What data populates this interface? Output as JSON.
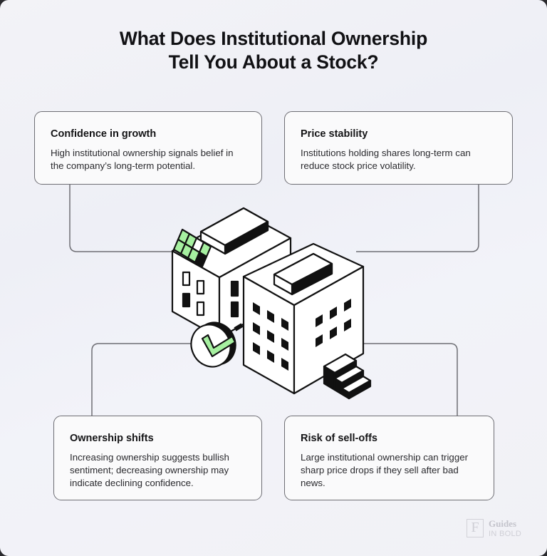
{
  "title": {
    "line1": "What Does Institutional Ownership",
    "line2": "Tell You About a Stock?"
  },
  "cards": [
    {
      "heading": "Confidence in growth",
      "body": "High institutional ownership signals belief in the company’s long-term potential."
    },
    {
      "heading": "Price stability",
      "body": "Institutions holding shares long-term can reduce stock price volatility."
    },
    {
      "heading": "Ownership shifts",
      "body": "Increasing ownership suggests bullish sentiment; decreasing ownership may indicate declining confidence."
    },
    {
      "heading": "Risk of sell-offs",
      "body": "Large institutional ownership can trigger sharp price drops if they sell after bad news."
    }
  ],
  "illustration": {
    "icons": [
      "office-building-icon",
      "solar-panel-icon",
      "checkmark-badge-icon",
      "entrance-stairs-icon"
    ],
    "accent_color": "#a6f0a0"
  },
  "logo": {
    "mark": "F",
    "line1": "Guides",
    "line2": "IN BOLD"
  },
  "colors": {
    "background": "#f1f2f7",
    "card_border": "#6e6e74",
    "text": "#141416",
    "accent_green": "#a6f0a0"
  }
}
